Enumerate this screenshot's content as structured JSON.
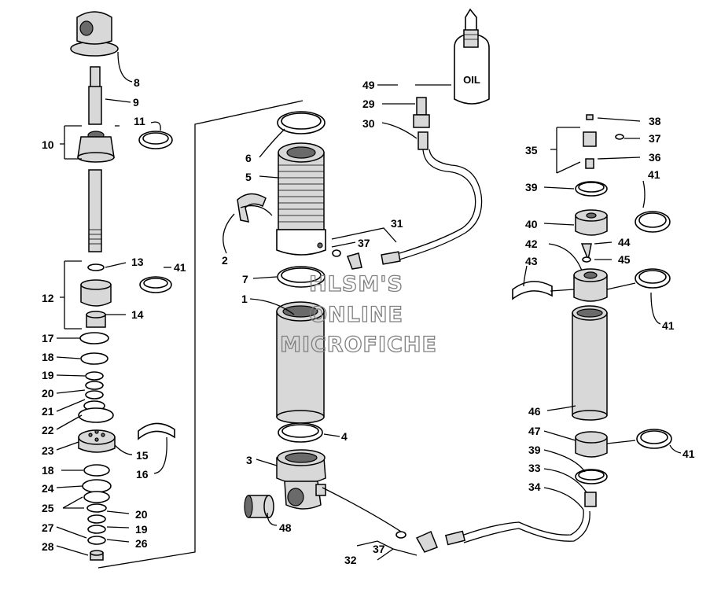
{
  "watermark": {
    "line1": "HLSM'S",
    "line2": "ONLINE",
    "line3": "MICROFICHE"
  },
  "bottle_text": "OIL",
  "callouts": [
    {
      "id": "1",
      "text": "1"
    },
    {
      "id": "2",
      "text": "2"
    },
    {
      "id": "3",
      "text": "3"
    },
    {
      "id": "4",
      "text": "4"
    },
    {
      "id": "5",
      "text": "5"
    },
    {
      "id": "6",
      "text": "6"
    },
    {
      "id": "7",
      "text": "7"
    },
    {
      "id": "8",
      "text": "8"
    },
    {
      "id": "9",
      "text": "9"
    },
    {
      "id": "10",
      "text": "10"
    },
    {
      "id": "11",
      "text": "11"
    },
    {
      "id": "12",
      "text": "12"
    },
    {
      "id": "13",
      "text": "13"
    },
    {
      "id": "14",
      "text": "14"
    },
    {
      "id": "15",
      "text": "15"
    },
    {
      "id": "16",
      "text": "16"
    },
    {
      "id": "17",
      "text": "17"
    },
    {
      "id": "18a",
      "text": "18"
    },
    {
      "id": "18b",
      "text": "18"
    },
    {
      "id": "19a",
      "text": "19"
    },
    {
      "id": "19b",
      "text": "19"
    },
    {
      "id": "20a",
      "text": "20"
    },
    {
      "id": "20b",
      "text": "20"
    },
    {
      "id": "21",
      "text": "21"
    },
    {
      "id": "22",
      "text": "22"
    },
    {
      "id": "23",
      "text": "23"
    },
    {
      "id": "24",
      "text": "24"
    },
    {
      "id": "25",
      "text": "25"
    },
    {
      "id": "26",
      "text": "26"
    },
    {
      "id": "27",
      "text": "27"
    },
    {
      "id": "28",
      "text": "28"
    },
    {
      "id": "29",
      "text": "29"
    },
    {
      "id": "30",
      "text": "30"
    },
    {
      "id": "31",
      "text": "31"
    },
    {
      "id": "32",
      "text": "32"
    },
    {
      "id": "33",
      "text": "33"
    },
    {
      "id": "34",
      "text": "34"
    },
    {
      "id": "35",
      "text": "35"
    },
    {
      "id": "36",
      "text": "36"
    },
    {
      "id": "37a",
      "text": "37"
    },
    {
      "id": "37b",
      "text": "37"
    },
    {
      "id": "37c",
      "text": "37"
    },
    {
      "id": "38",
      "text": "38"
    },
    {
      "id": "39a",
      "text": "39"
    },
    {
      "id": "39b",
      "text": "39"
    },
    {
      "id": "40",
      "text": "40"
    },
    {
      "id": "41a",
      "text": "41"
    },
    {
      "id": "41b",
      "text": "41"
    },
    {
      "id": "41c",
      "text": "41"
    },
    {
      "id": "41d",
      "text": "41"
    },
    {
      "id": "42",
      "text": "42"
    },
    {
      "id": "43",
      "text": "43"
    },
    {
      "id": "44",
      "text": "44"
    },
    {
      "id": "45",
      "text": "45"
    },
    {
      "id": "46",
      "text": "46"
    },
    {
      "id": "47",
      "text": "47"
    },
    {
      "id": "48",
      "text": "48"
    },
    {
      "id": "49",
      "text": "49"
    }
  ]
}
